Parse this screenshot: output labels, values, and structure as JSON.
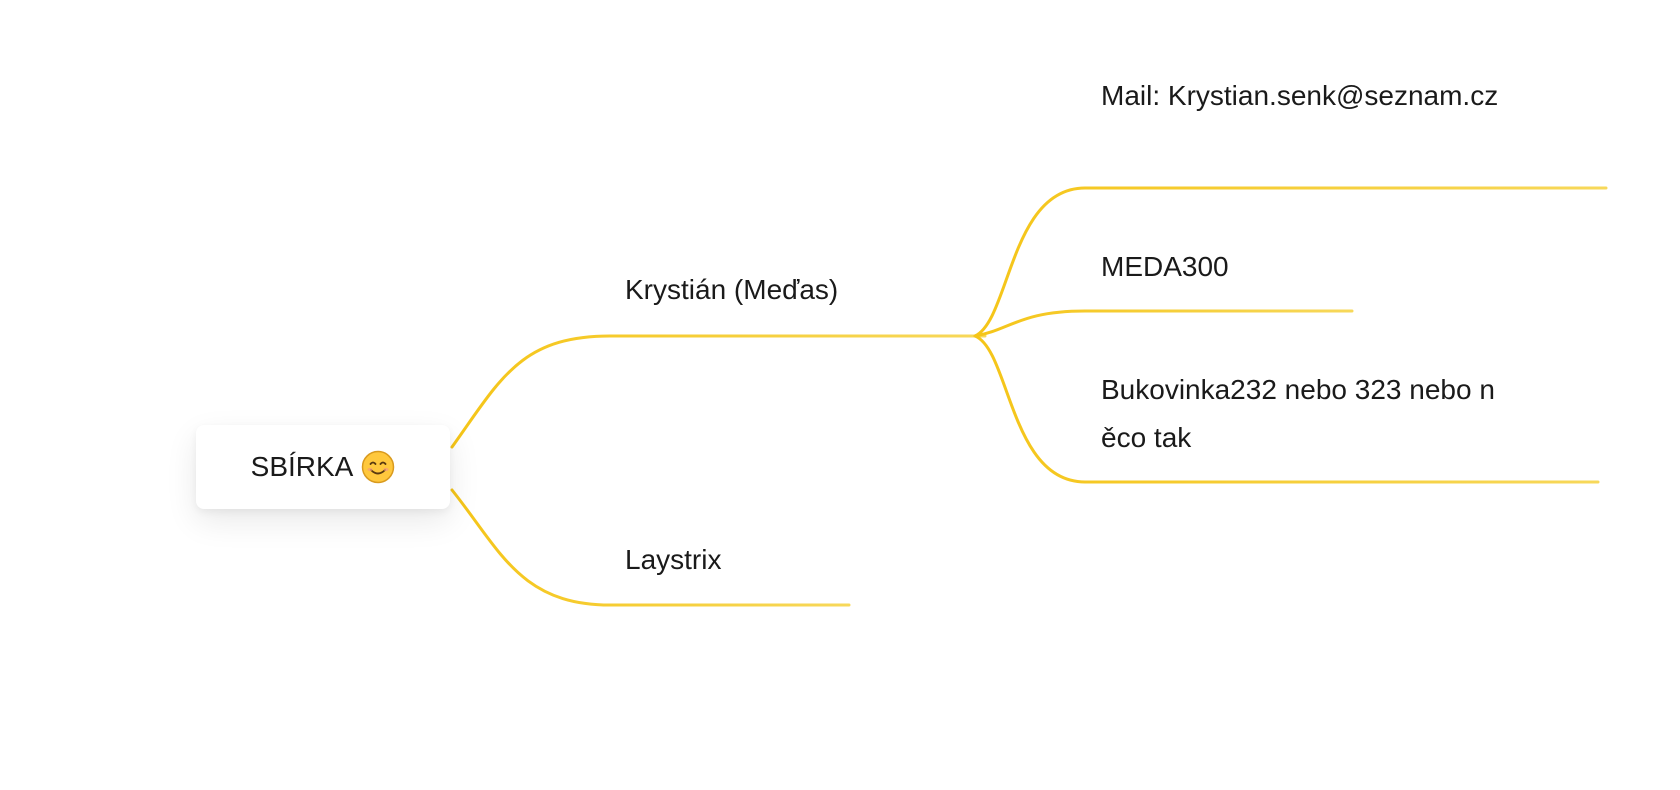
{
  "mindmap": {
    "root": {
      "label": "SBÍRKA",
      "icon": "smiling-face-icon"
    },
    "branches": [
      {
        "label": "Krystián (Meďas)",
        "children": [
          {
            "label": "Mail: Krystian.senk@seznam.cz"
          },
          {
            "label": "MEDA300"
          },
          {
            "label": "Bukovinka232 nebo 323 nebo něco tak"
          }
        ]
      },
      {
        "label": "Laystrix",
        "children": []
      }
    ]
  },
  "colors": {
    "branch_line": "#f5c518",
    "branch_line_light": "#f7d85a",
    "text": "#1a1a1a",
    "emoji_face": "#ffc83d",
    "emoji_outline": "#d99a1e"
  }
}
